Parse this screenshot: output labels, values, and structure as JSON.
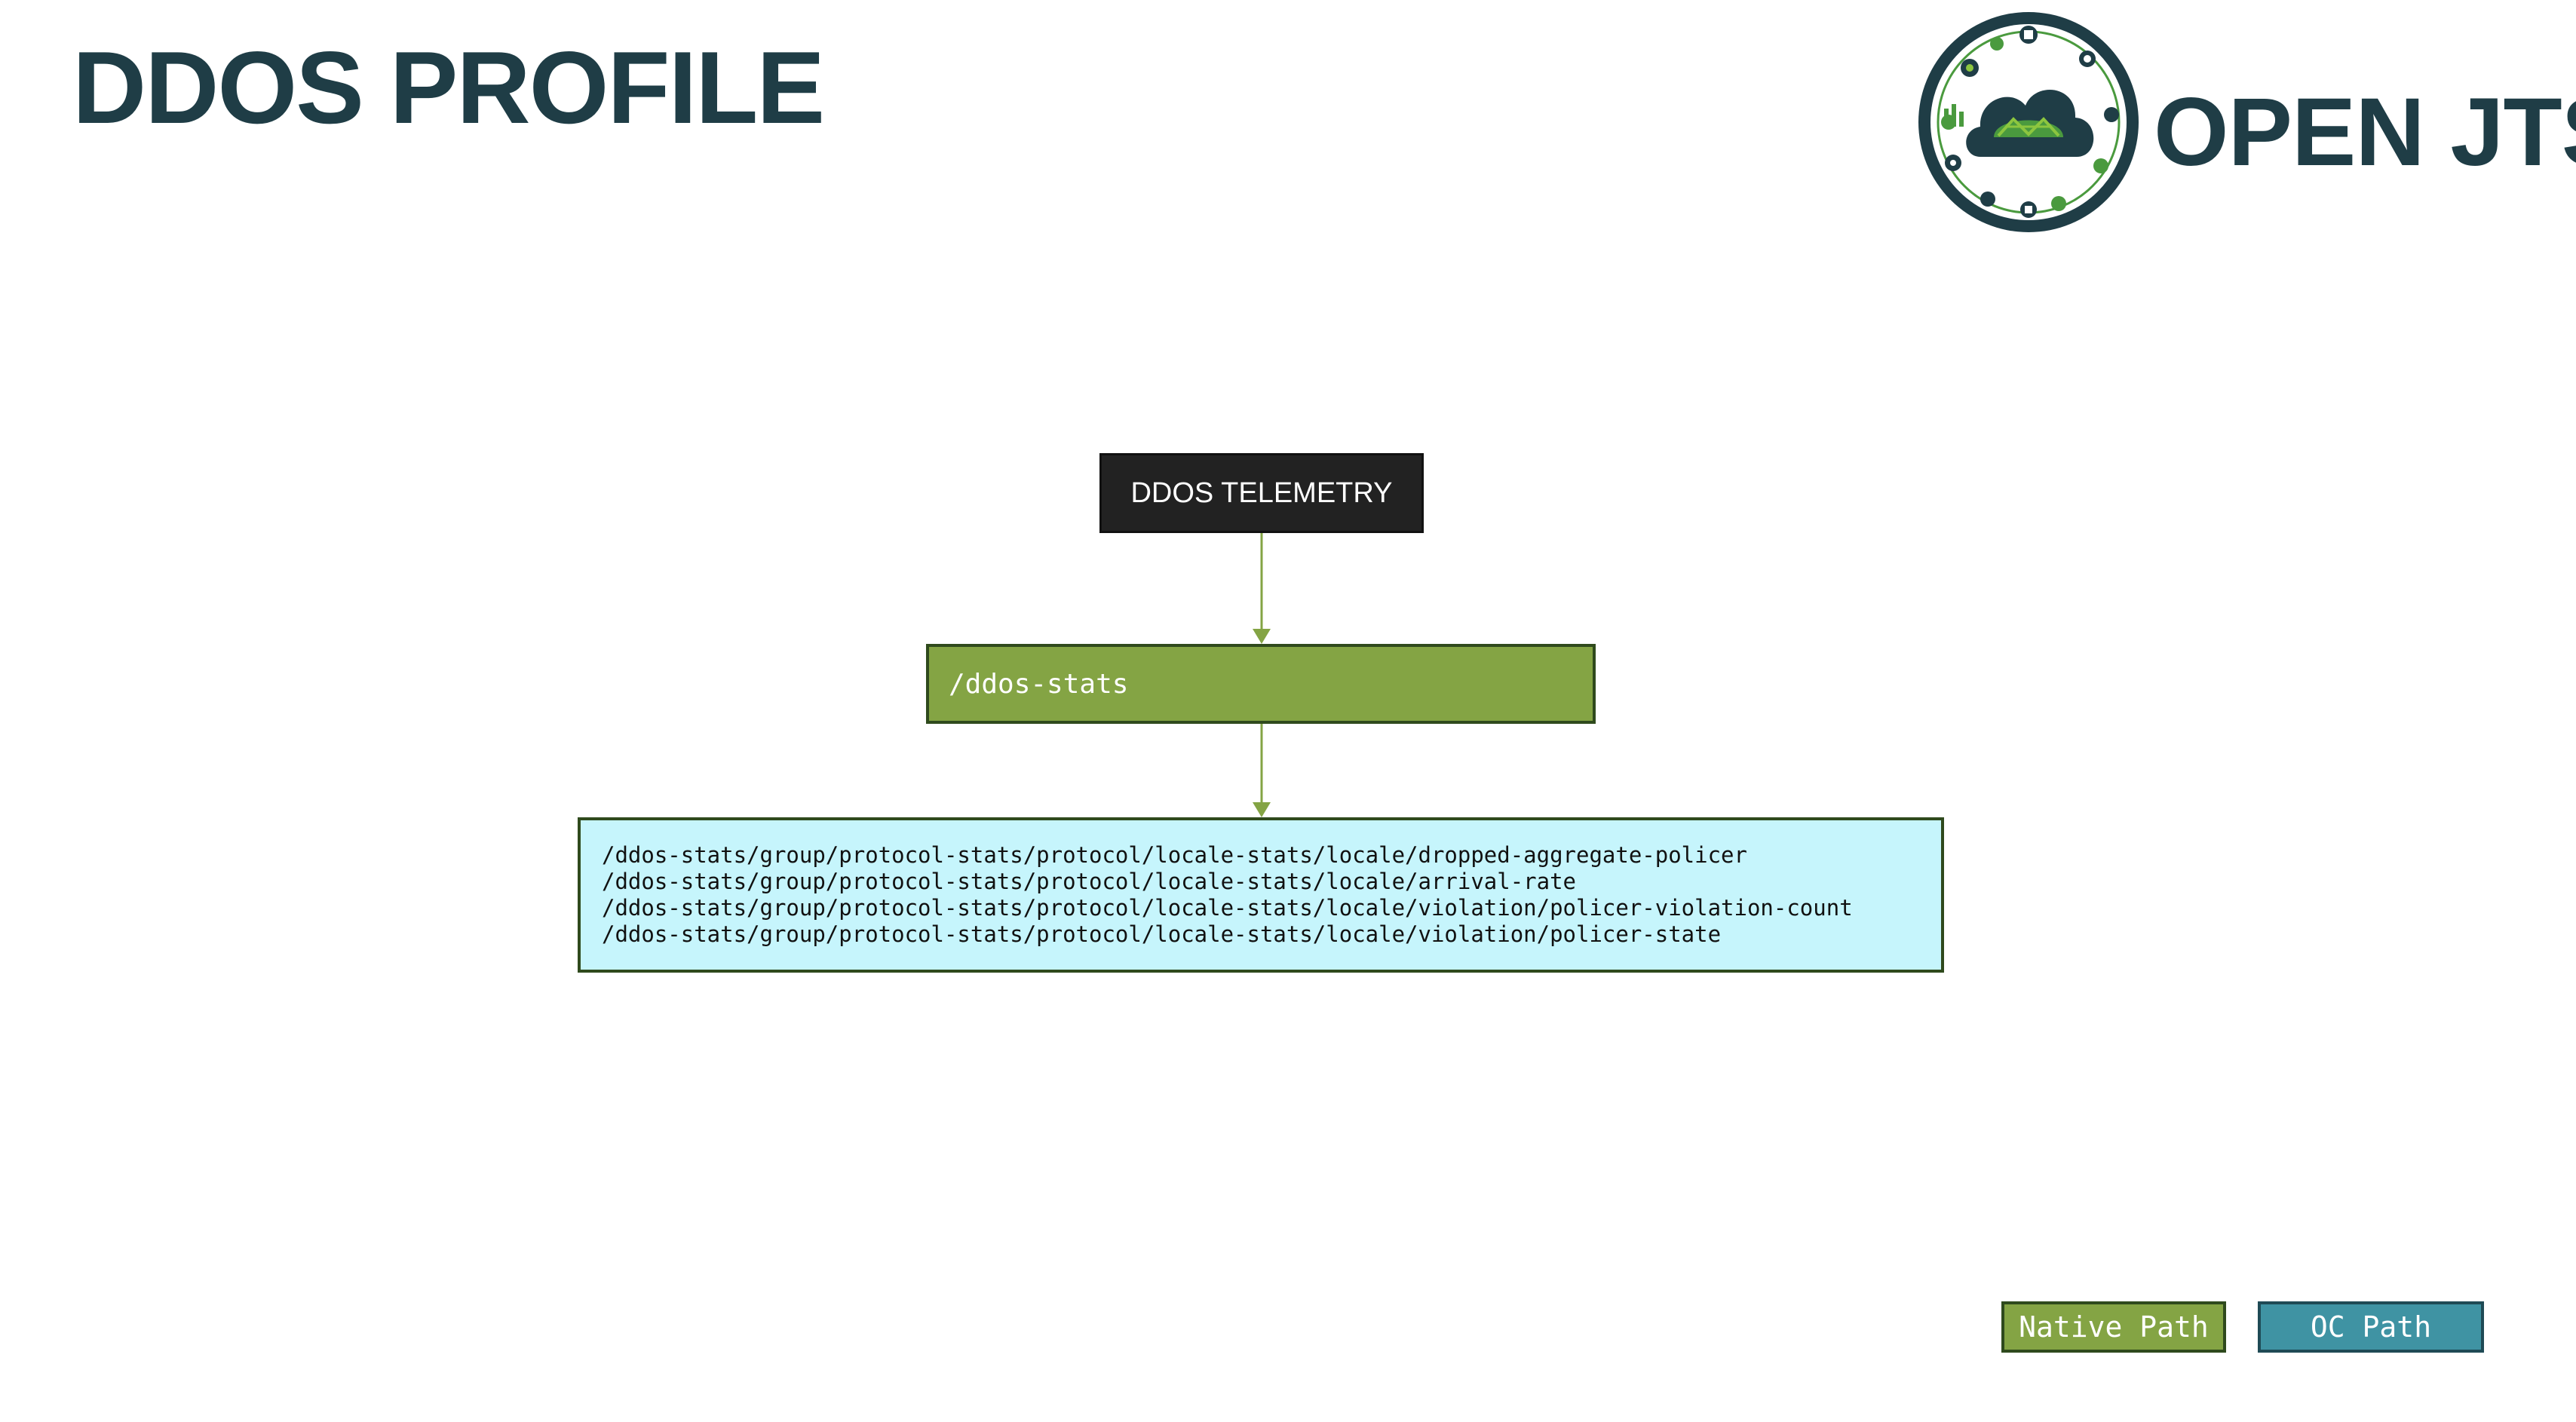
{
  "page": {
    "title": "DDOS PROFILE"
  },
  "logo": {
    "text": "OPEN JTS",
    "badge_icon": "cloud-network-badge-icon",
    "colors": {
      "ring": "#1f3d46",
      "accent": "#4a9a3e",
      "light": "#8cc63f"
    }
  },
  "diagram": {
    "root": {
      "label": "DDOS TELEMETRY"
    },
    "native_node": {
      "label": "/ddos-stats"
    },
    "leaf_paths": [
      "/ddos-stats/group/protocol-stats/protocol/locale-stats/locale/dropped-aggregate-policer",
      "/ddos-stats/group/protocol-stats/protocol/locale-stats/locale/arrival-rate",
      "/ddos-stats/group/protocol-stats/protocol/locale-stats/locale/violation/policer-violation-count",
      "/ddos-stats/group/protocol-stats/protocol/locale-stats/locale/violation/policer-state"
    ],
    "connector_color": "#84a444"
  },
  "legend": {
    "native_label": "Native Path",
    "native_color": "#84a444",
    "oc_label": "OC Path",
    "oc_color": "#3f93a3"
  }
}
